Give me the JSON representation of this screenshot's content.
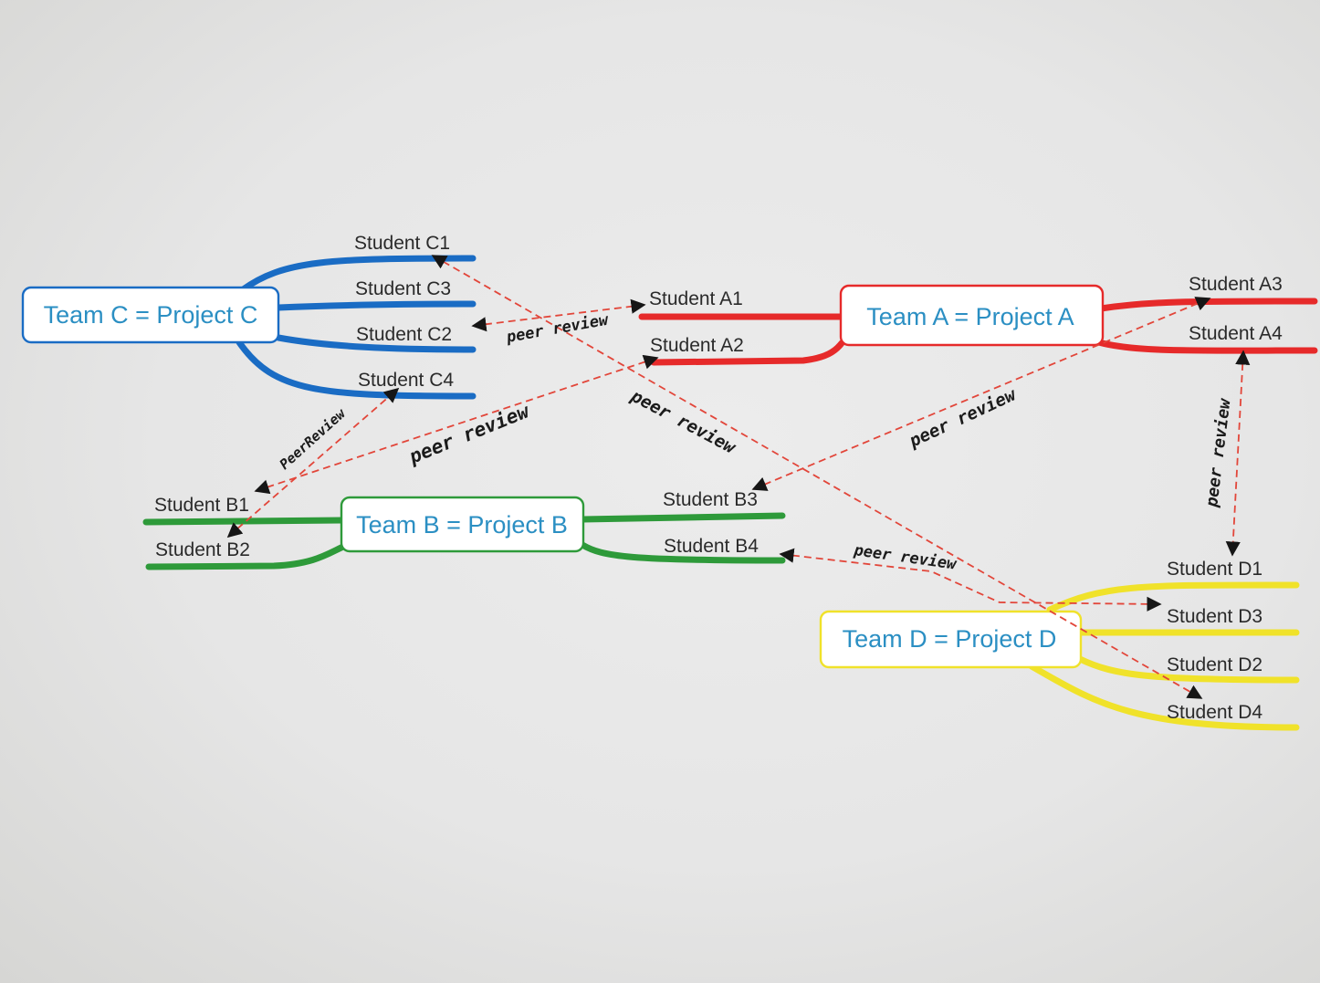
{
  "teams": {
    "a": {
      "label": "Team A = Project A",
      "color": "#e62a2a",
      "text_color": "#2b8fc3"
    },
    "b": {
      "label": "Team B = Project B",
      "color": "#2e9a3a",
      "text_color": "#2b8fc3"
    },
    "c": {
      "label": "Team C = Project C",
      "color": "#1a6cc4",
      "text_color": "#2b8fc3"
    },
    "d": {
      "label": "Team D = Project D",
      "color": "#f0e22a",
      "text_color": "#2b8fc3"
    }
  },
  "students": {
    "a1": "Student A1",
    "a2": "Student A2",
    "a3": "Student A3",
    "a4": "Student A4",
    "b1": "Student B1",
    "b2": "Student B2",
    "b3": "Student B3",
    "b4": "Student B4",
    "c1": "Student C1",
    "c2": "Student C2",
    "c3": "Student C3",
    "c4": "Student C4",
    "d1": "Student D1",
    "d2": "Student D2",
    "d3": "Student D3",
    "d4": "Student D4"
  },
  "annotations": {
    "c2_a1": "peer review",
    "b1_c4": "PeerReview",
    "b1_a2": "peer review",
    "c1_d4": "peer review",
    "b3_a3": "peer review",
    "a4_d1": "peer review",
    "b4_d3": "peer review"
  },
  "line_color": "#e2463a"
}
